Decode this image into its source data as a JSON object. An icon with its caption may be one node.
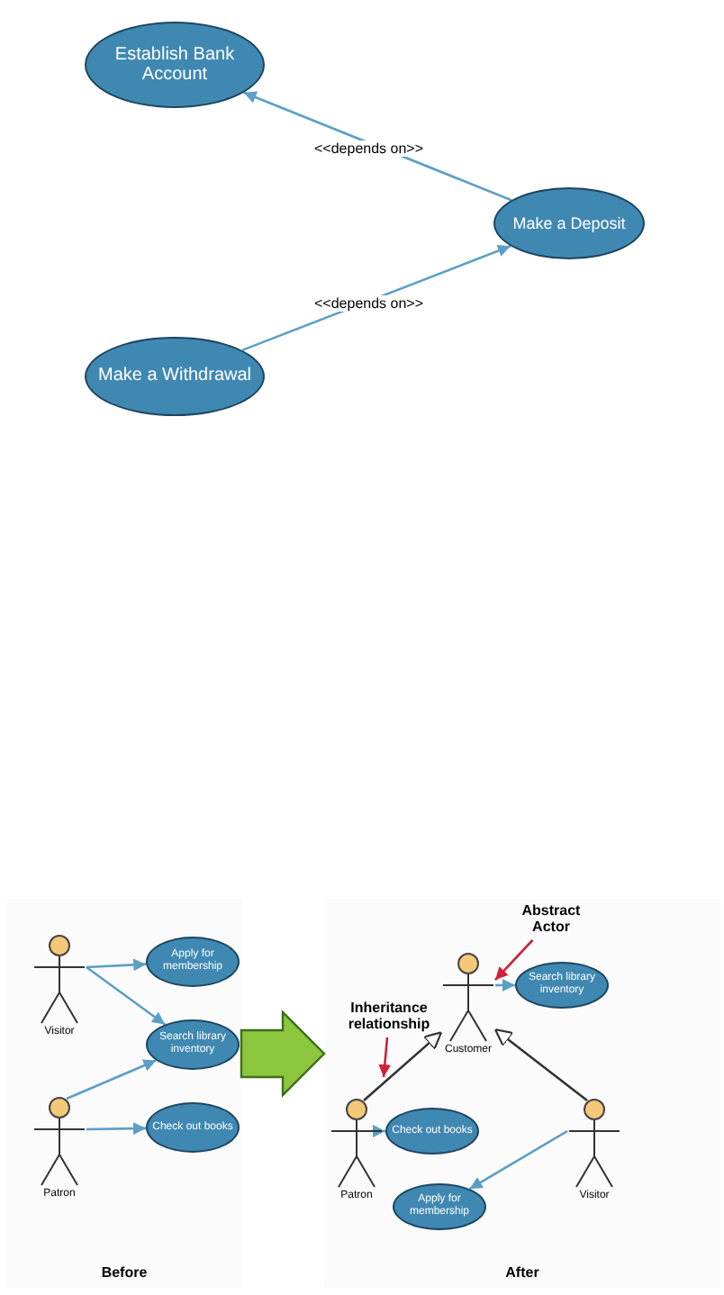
{
  "diagram": {
    "nodes": [
      {
        "text": [
          "Establish Bank Account"
        ]
      },
      {
        "text": [
          "Make a Deposit"
        ]
      },
      {
        "text": [
          "Make a Withdrawal"
        ]
      },
      {
        "text": [
          "Before"
        ]
      },
      {
        "text": [
          "Visitor"
        ],
        "in": 3
      },
      {
        "text": [
          "Apply for membership"
        ],
        "in": 3
      },
      {
        "text": [
          "Search library inventory"
        ],
        "in": 3
      },
      {
        "text": [
          "Patron"
        ],
        "in": 3
      },
      {
        "text": [
          "Check out books"
        ],
        "in": 3
      },
      {
        "text": [
          "After"
        ]
      },
      {
        "text": [
          "Abstract Actor"
        ],
        "in": 9
      },
      {
        "text": [
          "Customer"
        ],
        "in": 9
      },
      {
        "text": [
          "Search library inventory"
        ],
        "in": 9
      },
      {
        "text": [
          "Inheritance relationship"
        ],
        "in": 9
      },
      {
        "text": [
          "Patron"
        ],
        "in": 9
      },
      {
        "text": [
          "Check out books"
        ],
        "in": 9
      },
      {
        "text": [
          "Visitor"
        ],
        "in": 9
      },
      {
        "text": [
          "Apply for membership"
        ],
        "in": 9
      }
    ],
    "edges": [
      {
        "from": 1,
        "to": 0,
        "arrow": "to",
        "label": "<<depends on>>"
      },
      {
        "from": 2,
        "to": 1,
        "arrow": "to",
        "label": "<<depends on>>"
      },
      {
        "from": 4,
        "to": 5,
        "arrow": "to"
      },
      {
        "from": 4,
        "to": 6,
        "arrow": "to"
      },
      {
        "from": 7,
        "to": 6,
        "arrow": "to"
      },
      {
        "from": 7,
        "to": 8,
        "arrow": "to"
      },
      {
        "from": 3,
        "to": 9,
        "arrow": "to",
        "style": "thick",
        "color": "#8cc63f"
      },
      {
        "from": 11,
        "to": 12,
        "arrow": "to"
      },
      {
        "from": 14,
        "to": 11,
        "arrow": "to",
        "color": "#333333"
      },
      {
        "from": 16,
        "to": 11,
        "arrow": "to",
        "color": "#333333"
      },
      {
        "from": 14,
        "to": 15,
        "arrow": "to"
      },
      {
        "from": 16,
        "to": 17,
        "arrow": "to"
      },
      {
        "from": 10,
        "to": 11,
        "arrow": "to",
        "color": "#d0203a"
      },
      {
        "from": 13,
        "to": null,
        "arrow": "to",
        "color": "#d0203a"
      }
    ]
  }
}
